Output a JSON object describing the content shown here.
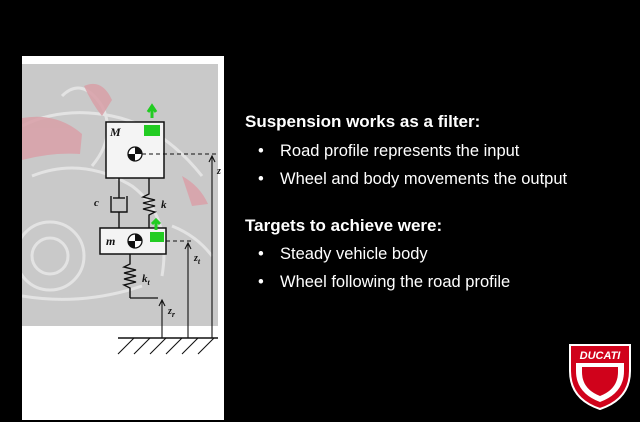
{
  "slide": {
    "section1": {
      "heading": "Suspension works as a filter:",
      "bullets": [
        "Road profile represents the input",
        "Wheel and body movements the output"
      ]
    },
    "section2": {
      "heading": "Targets to achieve were:",
      "bullets": [
        "Steady vehicle body",
        "Wheel following the road profile"
      ]
    }
  },
  "diagram": {
    "sprung_mass": "M",
    "unsprung_mass": "m",
    "spring_k": "k",
    "damper_c": "c",
    "tire_spring": "k",
    "tire_spring_sub": "t",
    "z": "z",
    "zt": "z",
    "zt_sub": "t",
    "zr": "z",
    "zr_sub": "r"
  },
  "logo": {
    "text": "DUCATI"
  },
  "colors": {
    "background": "#000000",
    "text": "#ffffff",
    "accent_green": "#22cc22",
    "logo_red": "#d0021b"
  }
}
